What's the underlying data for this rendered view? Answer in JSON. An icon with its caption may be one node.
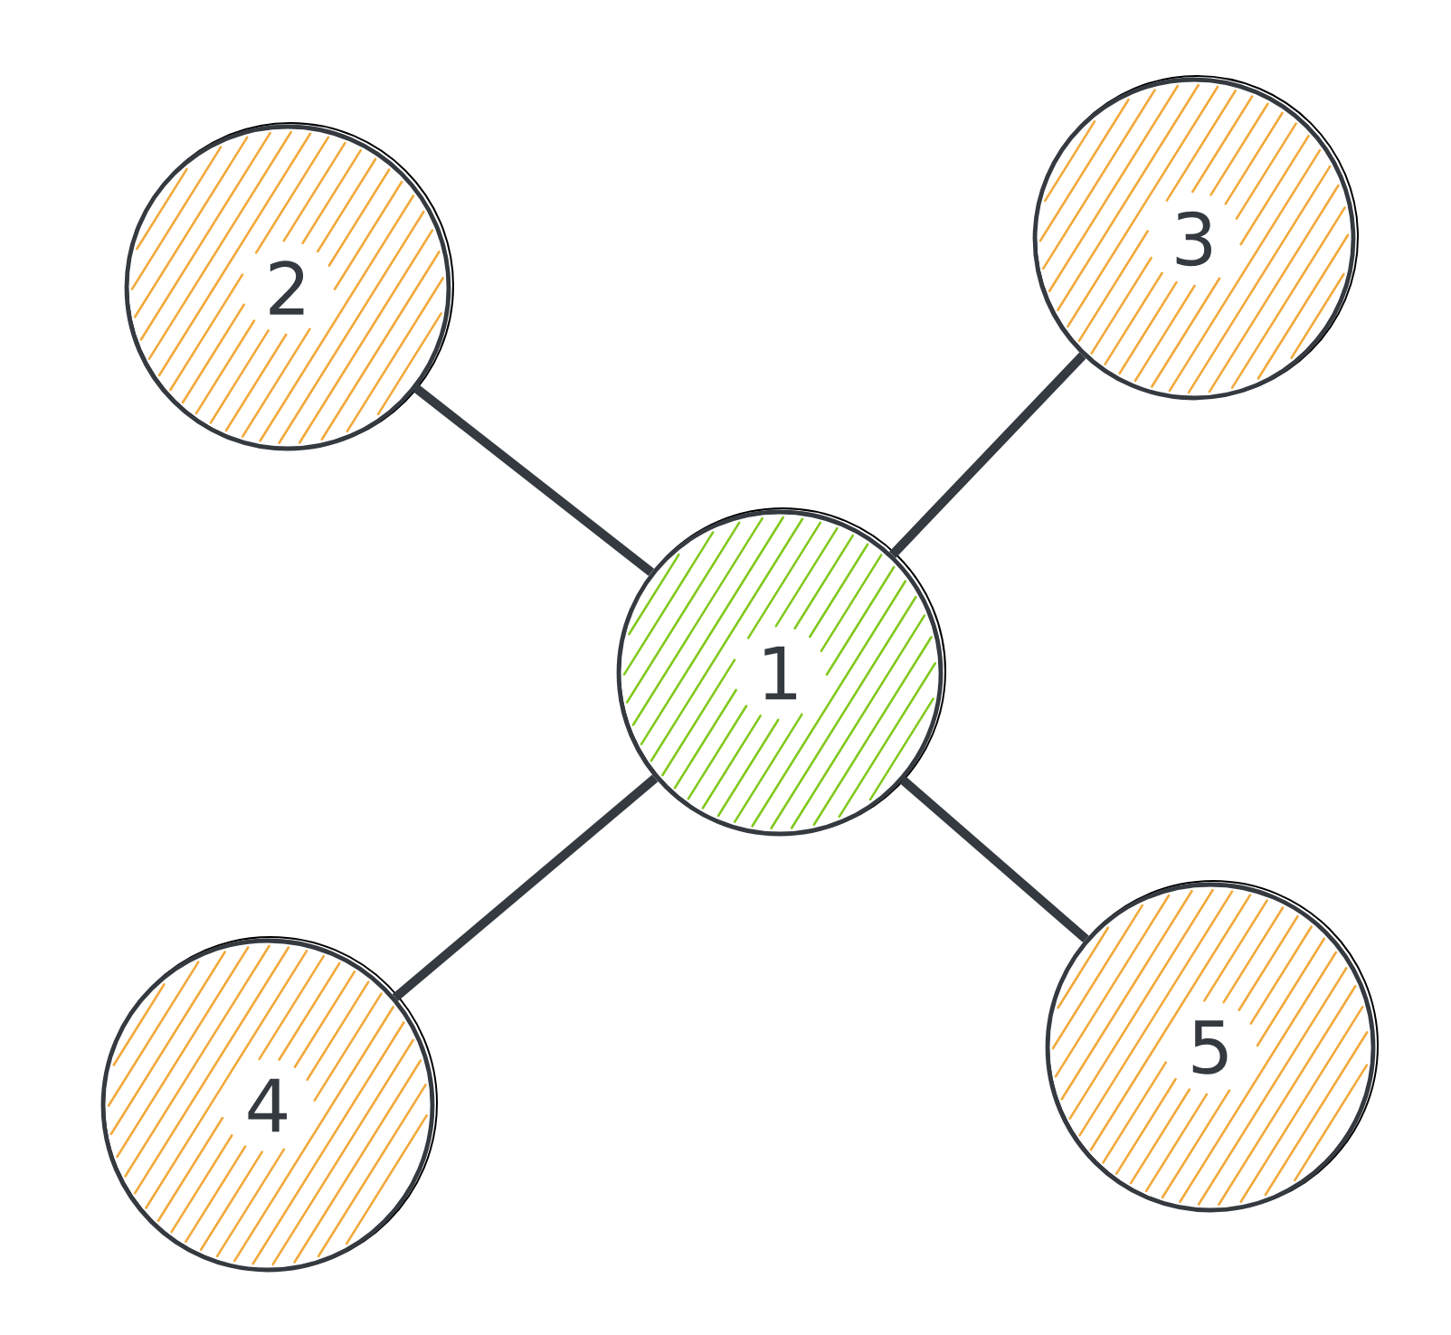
{
  "diagram": {
    "nodes": [
      {
        "text": [
          "1"
        ]
      },
      {
        "text": [
          "2"
        ]
      },
      {
        "text": [
          "3"
        ]
      },
      {
        "text": [
          "4"
        ]
      },
      {
        "text": [
          "5"
        ]
      }
    ],
    "edges": [
      {
        "from": 0,
        "to": 1,
        "arrow": "none"
      },
      {
        "from": 0,
        "to": 2,
        "arrow": "none"
      },
      {
        "from": 0,
        "to": 3,
        "arrow": "none"
      },
      {
        "from": 0,
        "to": 4,
        "arrow": "none"
      }
    ]
  }
}
